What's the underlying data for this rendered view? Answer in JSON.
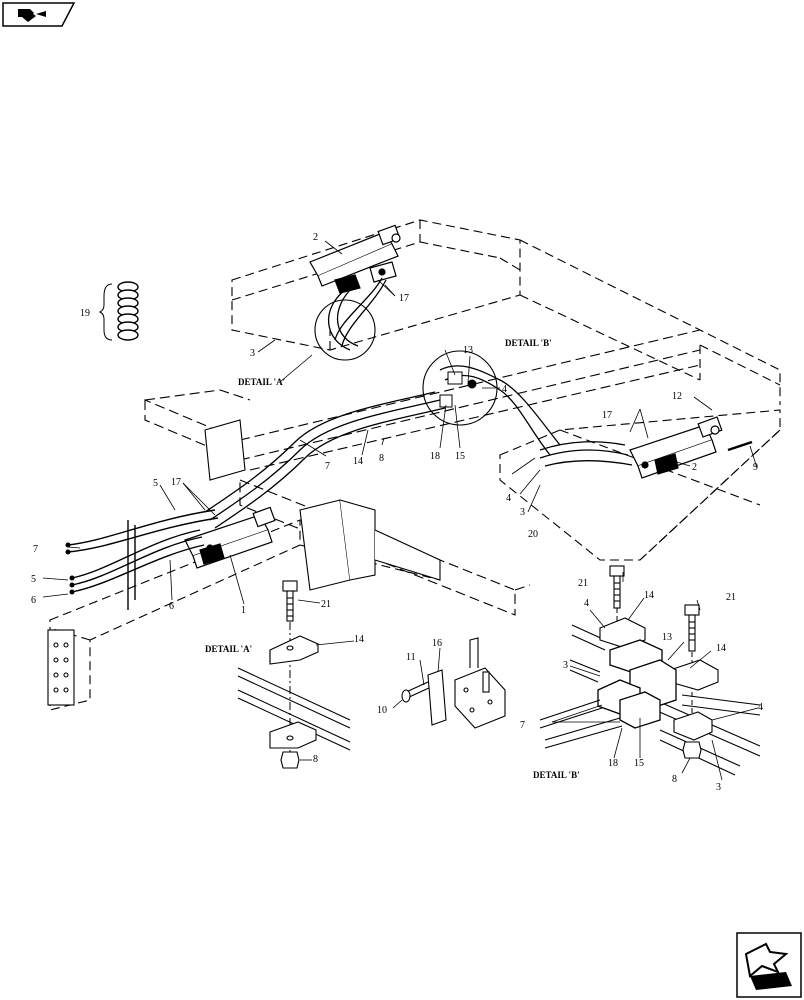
{
  "diagram": {
    "detail_a_label": "DETAIL 'A'",
    "detail_a_label_top": "DETAIL 'A'",
    "detail_b_label": "DETAIL 'B'",
    "detail_b_label_top": "DETAIL 'B'"
  },
  "callouts": {
    "c1": "1",
    "c2_top": "2",
    "c2_right": "2",
    "c3_top": "3",
    "c3_right": "3",
    "c3_detb_left": "3",
    "c3_detb_bottom": "3",
    "c4_mid": "4",
    "c4_right": "4",
    "c4_detb_top": "4",
    "c4_detb_right": "4",
    "c5_top": "5",
    "c5_left": "5",
    "c6_left": "6",
    "c6_mid": "6",
    "c7_left": "7",
    "c7_mid": "7",
    "c7_detb": "7",
    "c8_mid": "8",
    "c8_deta": "8",
    "c8_detb": "8",
    "c9": "9",
    "c10": "10",
    "c11": "11",
    "c12": "12",
    "c13_top": "13",
    "c13_detb": "13",
    "c14_mid": "14",
    "c14_deta": "14",
    "c14_detb_top": "14",
    "c14_detb_right": "14",
    "c15_mid": "15",
    "c15_detb": "15",
    "c16": "16",
    "c17_top": "17",
    "c17_left": "17",
    "c17_right": "17",
    "c18_mid": "18",
    "c18_detb": "18",
    "c19": "19",
    "c20": "20",
    "c21_deta": "21",
    "c21_detb_top": "21",
    "c21_detb_right": "21"
  },
  "icons": {
    "top_left": "nav-arrow-tab-icon",
    "bottom_right": "nav-corner-arrow-icon"
  }
}
